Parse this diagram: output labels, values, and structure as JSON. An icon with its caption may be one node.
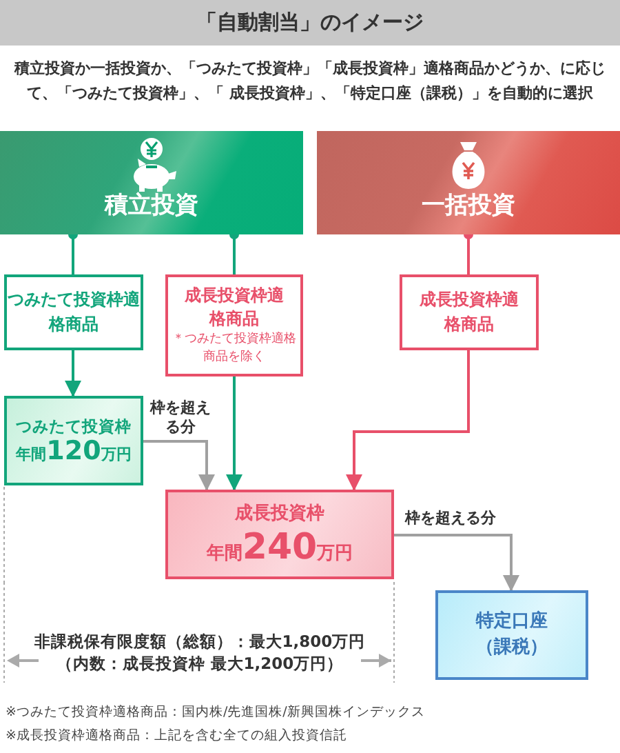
{
  "diagram": {
    "title": "「自動割当」のイメージ",
    "nodes": [
      {
        "text": [
          "積立投資"
        ]
      },
      {
        "text": [
          "一括投資"
        ]
      },
      {
        "text": [
          "つみたて投資枠適格商品"
        ]
      },
      {
        "text": [
          "成長投資枠適格商品",
          "＊つみたて投資枠適格商品を除く"
        ]
      },
      {
        "text": [
          "成長投資枠適格商品"
        ]
      },
      {
        "text": [
          "つみたて投資枠",
          "年間120万円"
        ]
      },
      {
        "text": [
          "成長投資枠",
          "年間240万円"
        ]
      },
      {
        "text": [
          "特定口座（課税）"
        ]
      }
    ],
    "edges": [
      {
        "from": 0,
        "to": 2,
        "arrow": "other",
        "color": "#12a57b"
      },
      {
        "from": 0,
        "to": 3,
        "arrow": "other",
        "color": "#12a57b"
      },
      {
        "from": 1,
        "to": 4,
        "arrow": "other",
        "color": "#e8506a"
      },
      {
        "from": 2,
        "to": 5,
        "arrow": "to",
        "color": "#12a57b"
      },
      {
        "from": 3,
        "to": 6,
        "arrow": "to",
        "color": "#12a57b"
      },
      {
        "from": 4,
        "to": 6,
        "arrow": "to",
        "color": "#e8506a"
      },
      {
        "from": 5,
        "to": 6,
        "arrow": "to",
        "color": "#a0a0a0",
        "label": "枠を超える分"
      },
      {
        "from": 6,
        "to": 7,
        "arrow": "to",
        "color": "#a0a0a0",
        "label": "枠を超える分"
      }
    ],
    "labels": [
      "積立投資か一括投資か、「つみたて投資枠」「成長投資枠」適格商品かどうか、に応じて、「つみたて投資枠」、「 成長投資枠」、「特定口座（課税）」を自動的に選択",
      "非課税保有限度額（総額）：最大1,800万円",
      "（内数：成長投資枠 最大1,200万円）",
      "※つみたて投資枠適格商品：国内株/先進国株/新興国株インデックス",
      "※成長投資枠適格商品：上記を含む全ての組入投資信託"
    ]
  }
}
